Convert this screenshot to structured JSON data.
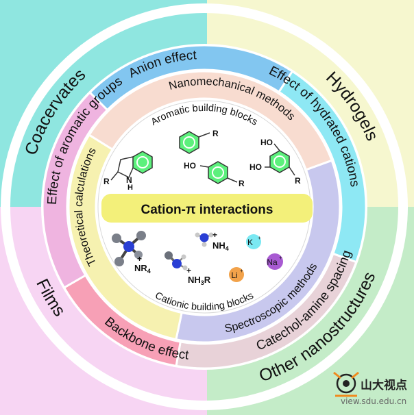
{
  "outer_ring": {
    "coacervates": "Coacervates",
    "hydrogels": "Hydrogels",
    "films": "Films",
    "other_nanostructures": "Other nanostructures"
  },
  "second_ring": {
    "anion_effect": "Anion effect",
    "effect_of_hydrated_cations": "Effect of hydrated cations",
    "catechol_amine_spacing": "Catechol-amine spacing",
    "backbone_effect": "Backbone  effect",
    "effect_of_aromatic_groups": "Effect of aromatic groups"
  },
  "third_ring": {
    "nanomechanical_methods": "Nanomechanical methods",
    "spectroscopic_methods": "Spectroscopic methods",
    "theoretical_calculations": "Theoretical calculations"
  },
  "center": {
    "aromatic_building_blocks": "Aromatic building blocks",
    "cation_pi_interactions": "Cation-π  interactions",
    "cationic_building_blocks": "Cationic building blocks"
  },
  "molecules": {
    "r": "R",
    "h": "H",
    "n": "N",
    "ho": "HO",
    "plus": "+",
    "nr4_main": "NR",
    "nr4_sub": "4",
    "nh4_main": "NH",
    "nh4_sub": "4",
    "nh3r_main": "NH",
    "nh3r_sub": "3",
    "nh3r_tail": "R",
    "k_ion": "K",
    "na_ion": "Na",
    "li_ion": "Li"
  },
  "watermark": {
    "brand_cn": "山大视点",
    "url": "view.sdu.edu.cn"
  },
  "colors": {
    "coacervates": "#8fe6e0",
    "hydrogels": "#f6f7cf",
    "films": "#f7d5f3",
    "other_nanostructures": "#c4ecc8",
    "anion_effect": "#82c6f0",
    "hydrated_cations": "#8ee8f4",
    "catechol_amine": "#e8d2d8",
    "backbone": "#f7a0b6",
    "aromatic_groups": "#efb4e0",
    "nanomechanical": "#f8dcd0",
    "spectroscopic": "#c8c8ee",
    "theoretical": "#f6f1b0",
    "cation_pi_band": "#f3f07a",
    "benzene": "#5cf07c",
    "k_ion": "#7ae8f2",
    "na_ion": "#a85ad2",
    "li_ion": "#f2a24a"
  }
}
